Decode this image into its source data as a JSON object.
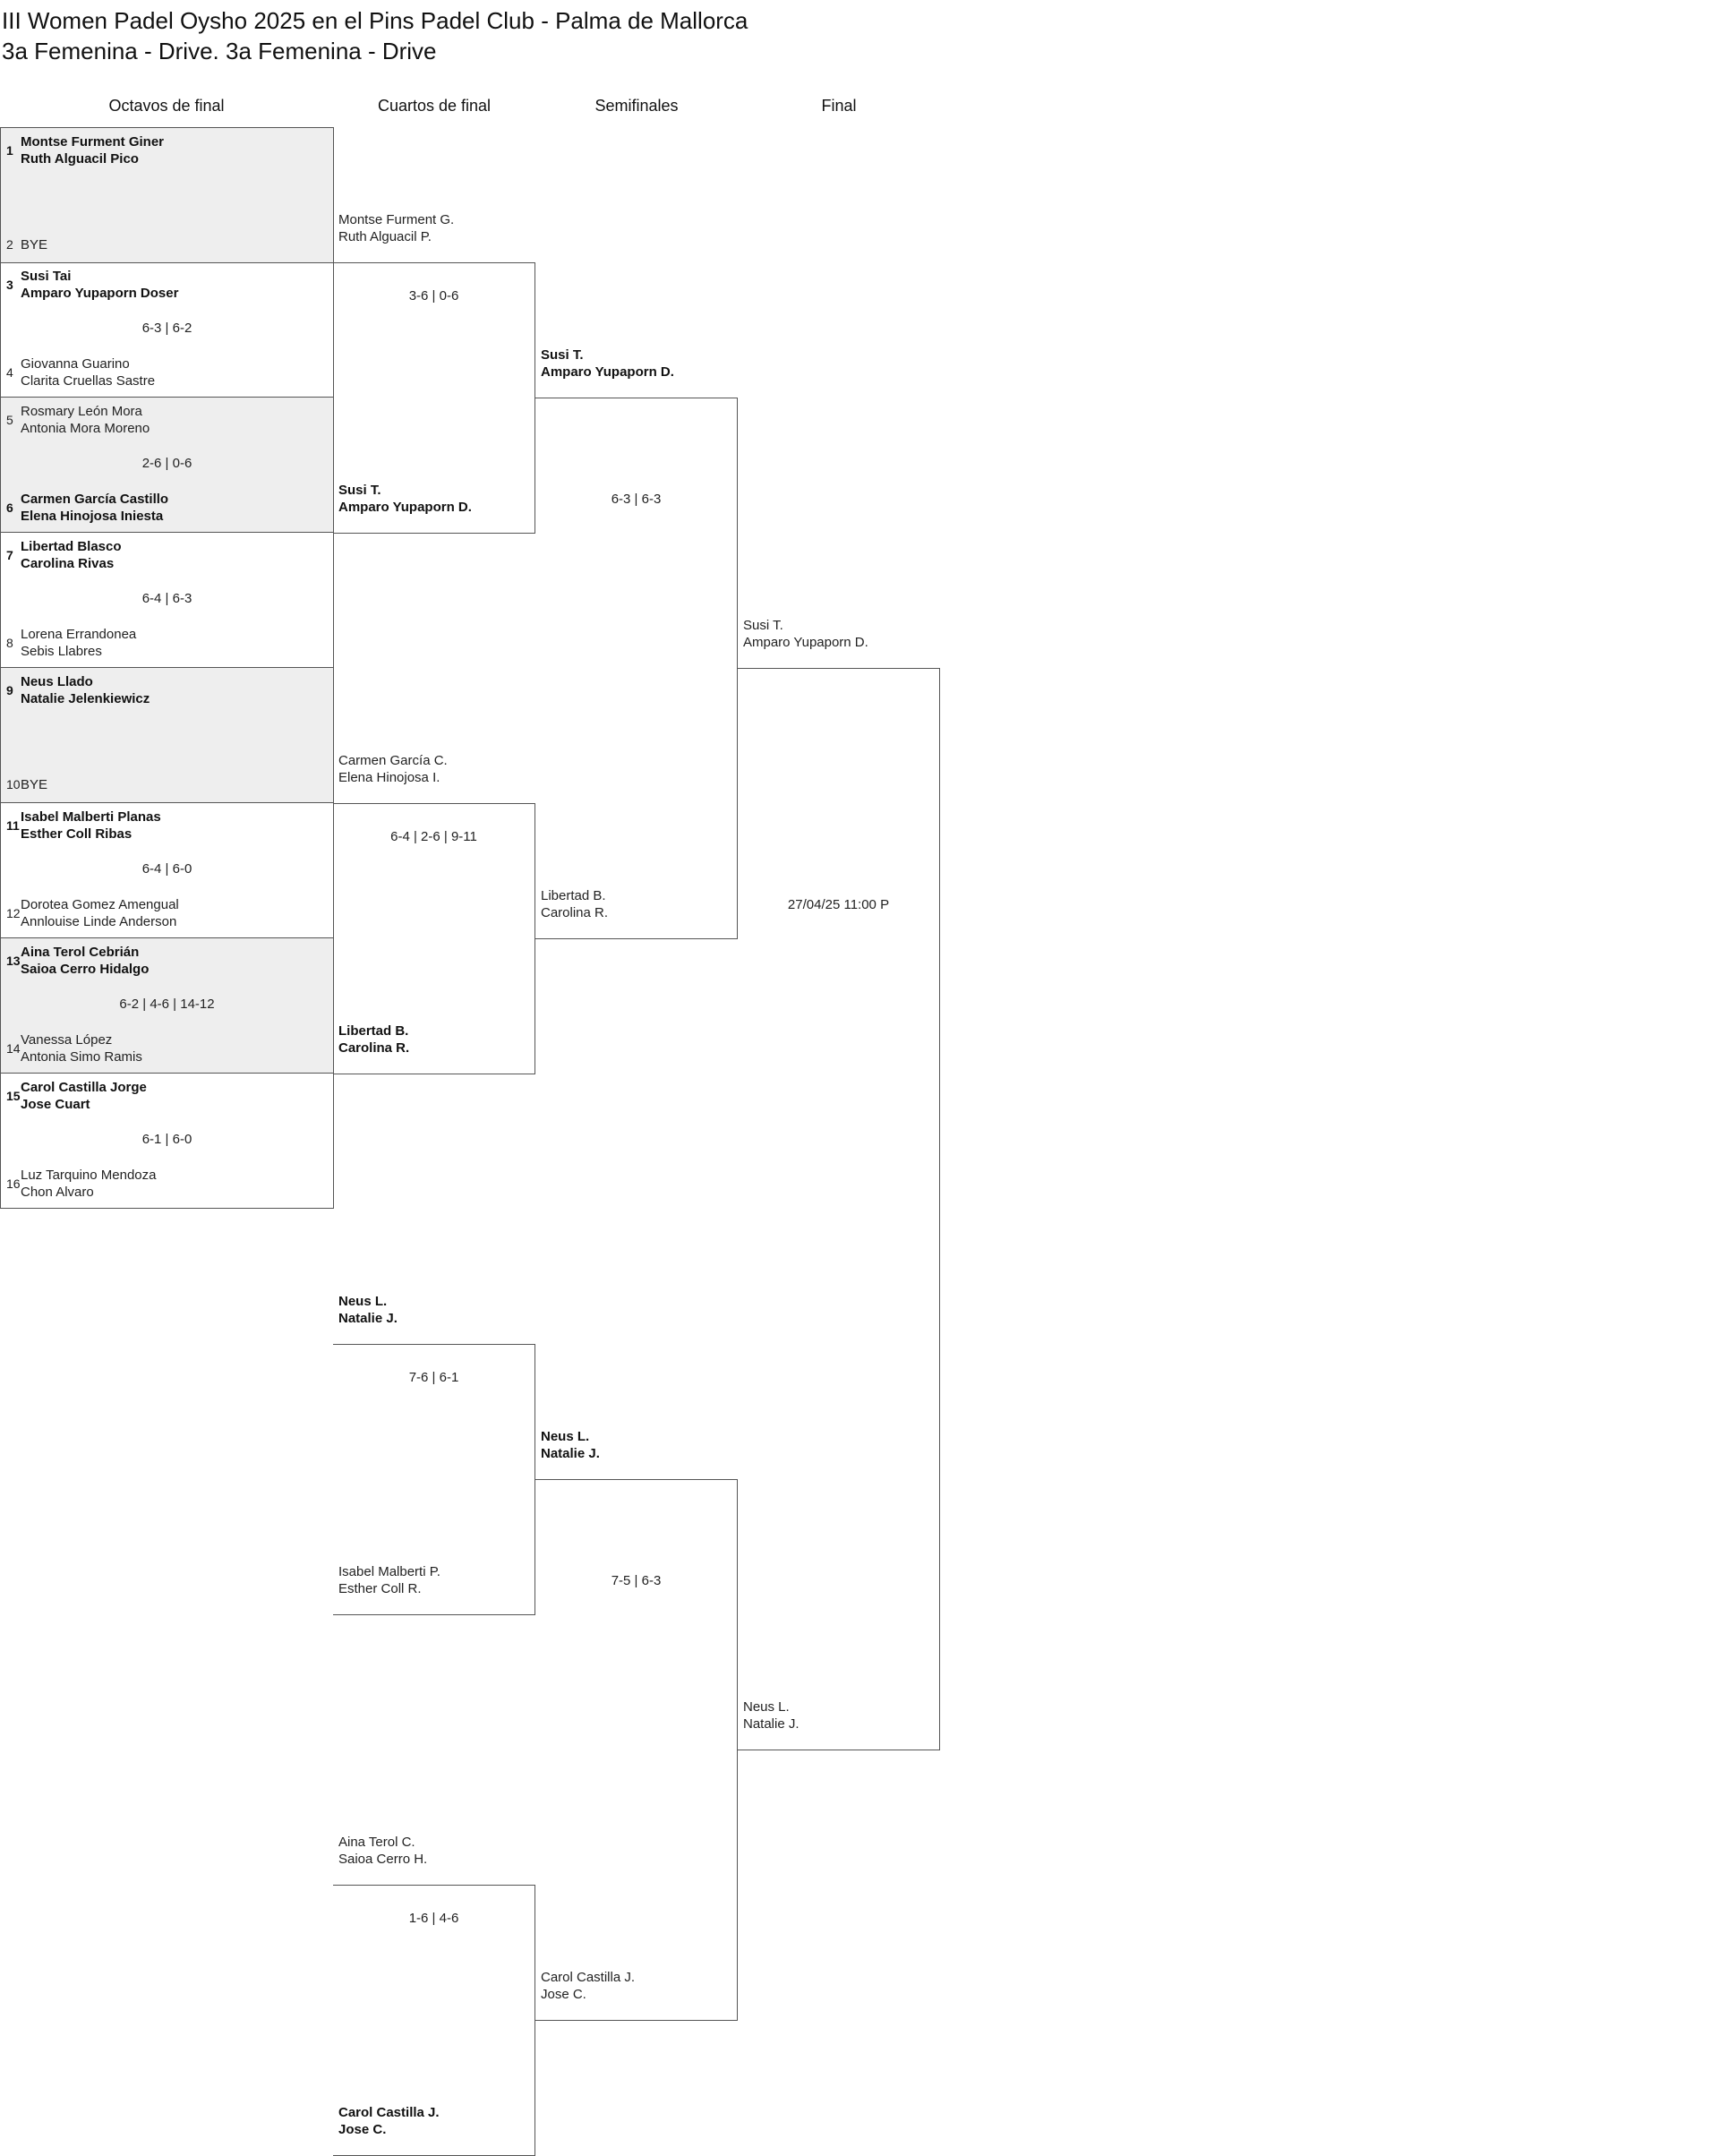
{
  "title": "III Women Padel Oysho 2025 en el Pins Padel Club - Palma de Mallorca",
  "subtitle": "3a Femenina - Drive. 3a Femenina - Drive",
  "rounds": [
    "Octavos de final",
    "Cuartos de final",
    "Semifinales",
    "Final"
  ],
  "round_of_16": [
    {
      "top": {
        "seed": "1",
        "players": [
          "Montse Furment Giner",
          "Ruth Alguacil Pico"
        ]
      },
      "bottom": {
        "seed": "2",
        "players": [
          "BYE"
        ]
      },
      "score": "",
      "winner": "top"
    },
    {
      "top": {
        "seed": "3",
        "players": [
          "Susi Tai",
          "Amparo Yupaporn Doser"
        ]
      },
      "bottom": {
        "seed": "4",
        "players": [
          "Giovanna Guarino",
          "Clarita Cruellas Sastre"
        ]
      },
      "score": "6-3 | 6-2",
      "winner": "top"
    },
    {
      "top": {
        "seed": "5",
        "players": [
          "Rosmary León Mora",
          "Antonia Mora Moreno"
        ]
      },
      "bottom": {
        "seed": "6",
        "players": [
          "Carmen García Castillo",
          "Elena Hinojosa Iniesta"
        ]
      },
      "score": "2-6 | 0-6",
      "winner": "bottom"
    },
    {
      "top": {
        "seed": "7",
        "players": [
          "Libertad Blasco",
          "Carolina Rivas"
        ]
      },
      "bottom": {
        "seed": "8",
        "players": [
          "Lorena Errandonea",
          "Sebis Llabres"
        ]
      },
      "score": "6-4 | 6-3",
      "winner": "top"
    },
    {
      "top": {
        "seed": "9",
        "players": [
          "Neus Llado",
          "Natalie Jelenkiewicz"
        ]
      },
      "bottom": {
        "seed": "10",
        "players": [
          "BYE"
        ]
      },
      "score": "",
      "winner": "top"
    },
    {
      "top": {
        "seed": "11",
        "players": [
          "Isabel Malberti Planas",
          "Esther Coll Ribas"
        ]
      },
      "bottom": {
        "seed": "12",
        "players": [
          "Dorotea Gomez Amengual",
          "Annlouise Linde Anderson"
        ]
      },
      "score": "6-4 | 6-0",
      "winner": "top"
    },
    {
      "top": {
        "seed": "13",
        "players": [
          "Aina Terol Cebrián",
          "Saioa Cerro Hidalgo"
        ]
      },
      "bottom": {
        "seed": "14",
        "players": [
          "Vanessa López",
          "Antonia Simo Ramis"
        ]
      },
      "score": "6-2 | 4-6 | 14-12",
      "winner": "top"
    },
    {
      "top": {
        "seed": "15",
        "players": [
          "Carol Castilla Jorge",
          "Jose Cuart"
        ]
      },
      "bottom": {
        "seed": "16",
        "players": [
          "Luz Tarquino Mendoza",
          "Chon Alvaro"
        ]
      },
      "score": "6-1 | 6-0",
      "winner": "top"
    }
  ],
  "quarterfinals": [
    {
      "top": [
        "Montse Furment G.",
        "Ruth Alguacil P."
      ],
      "bottom": [
        "Susi T.",
        "Amparo Yupaporn D."
      ],
      "score": "3-6 | 0-6",
      "winner": "bottom"
    },
    {
      "top": [
        "Carmen García C.",
        "Elena Hinojosa I."
      ],
      "bottom": [
        "Libertad B.",
        "Carolina R."
      ],
      "score": "6-4 | 2-6 | 9-11",
      "winner": "bottom"
    },
    {
      "top": [
        "Neus L.",
        "Natalie J."
      ],
      "bottom": [
        "Isabel Malberti P.",
        "Esther Coll R."
      ],
      "score": "7-6 | 6-1",
      "winner": "top"
    },
    {
      "top": [
        "Aina Terol C.",
        "Saioa Cerro H."
      ],
      "bottom": [
        "Carol Castilla J.",
        "Jose C."
      ],
      "score": "1-6 | 4-6",
      "winner": "bottom"
    }
  ],
  "semifinals": [
    {
      "top": [
        "Susi T.",
        "Amparo Yupaporn D."
      ],
      "bottom": [
        "Libertad B.",
        "Carolina R."
      ],
      "score": "6-3 | 6-3",
      "winner": "top"
    },
    {
      "top": [
        "Neus L.",
        "Natalie J."
      ],
      "bottom": [
        "Carol Castilla J.",
        "Jose C."
      ],
      "score": "7-5 | 6-3",
      "winner": "top"
    }
  ],
  "final": [
    {
      "top": [
        "Susi T.",
        "Amparo Yupaporn D."
      ],
      "bottom": [
        "Neus L.",
        "Natalie J."
      ],
      "score": "27/04/25 11:00 P",
      "winner": ""
    }
  ]
}
